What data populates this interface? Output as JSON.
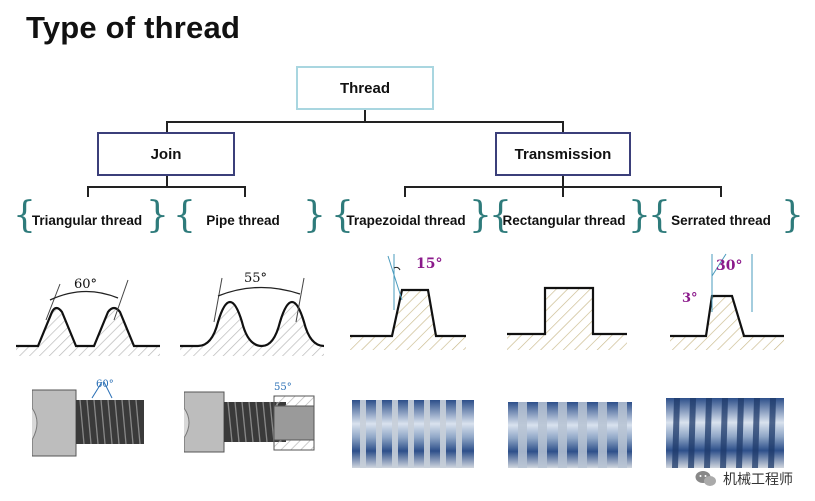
{
  "title": "Type of thread",
  "root": {
    "label": "Thread"
  },
  "branches": [
    {
      "label": "Join"
    },
    {
      "label": "Transmission"
    }
  ],
  "leaves": [
    {
      "label": "Triangular thread",
      "profile_angle": "60°",
      "photo_angle": "60°"
    },
    {
      "label": "Pipe thread",
      "profile_angle": "55°",
      "photo_angle": "55°"
    },
    {
      "label": "Trapezoidal thread",
      "profile_angle": "15°"
    },
    {
      "label": "Rectangular thread"
    },
    {
      "label": "Serrated thread",
      "profile_angle_top": "30°",
      "profile_angle_small": "3°"
    }
  ],
  "colors": {
    "root_border": "#a9d6e0",
    "branch_border": "#3b3f7a",
    "brace": "#2e7b7b",
    "angle_text": "#8b1a8b"
  },
  "watermark": {
    "icon": "wechat-icon",
    "text": "机械工程师"
  }
}
